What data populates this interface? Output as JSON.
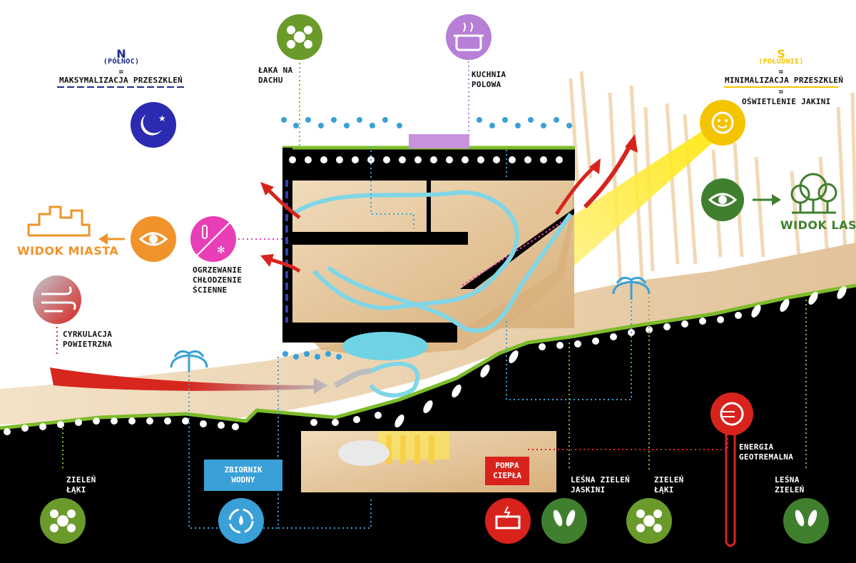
{
  "north": {
    "letter": "N",
    "name": "(PÓŁNOC)",
    "eq1": "=",
    "text": "MAKSYMALIZACJA PRZESZKLEŃ"
  },
  "south": {
    "letter": "S",
    "name": "(POŁUDNIE)",
    "eq1": "=",
    "text1": "MINIMALIZACJA PRZESZKLEŃ",
    "eq2": "=",
    "text2": "OŚWIETLENIE JAKINI"
  },
  "labels": {
    "laka_dachu_1": "ŁAKA NA",
    "laka_dachu_2": "DACHU",
    "kuchnia_1": "KUCHNIA",
    "kuchnia_2": "POLOWA",
    "ogrzewanie_1": "OGRZEWANIE",
    "ogrzewanie_2": "CHŁODZENIE",
    "ogrzewanie_3": "ŚCIENNE",
    "cyrkulacja_1": "CYRKULACJA",
    "cyrkulacja_2": "POWIETRZNA",
    "energia_1": "ENERGIA",
    "energia_2": "GEOTREMALNA",
    "zielen_laki_left_1": "ZIELEŃ",
    "zielen_laki_left_2": "ŁĄKI",
    "lesna_jaskini_1": "LEŚNA ZIELEŃ",
    "lesna_jaskini_2": "JASKINI",
    "zielen_laki_right_1": "ZIELEŃ",
    "zielen_laki_right_2": "ŁĄKI",
    "lesna_zielen_1": "LEŚNA",
    "lesna_zielen_2": "ZIELEŃ"
  },
  "views": {
    "city": "WIDOK MIASTA",
    "forest": "WIDOK LASU"
  },
  "boxes": {
    "zbiornik": "ZBIORNIK\nWODNY",
    "pompa": "POMPA\nCIEPŁA"
  },
  "colors": {
    "navy": "#1e2a8a",
    "yellow": "#f5c400",
    "green": "#6a9a2a",
    "dark_green": "#3f7f2e",
    "orange": "#f0932a",
    "magenta": "#e83fb6",
    "red": "#d8231d",
    "blue": "#3aa0d8",
    "purple": "#b77fd6",
    "cyan": "#7fd6e6"
  },
  "icons": {
    "meadow_roof": "flower-icon",
    "kitchen": "cooking-pot-icon",
    "night": "moon-stars-icon",
    "sun": "sun-icon",
    "eye_forest": "eye-icon",
    "forest": "trees-icon",
    "eye_city": "eye-icon",
    "city": "city-skyline-icon",
    "thermo": "thermometer-snowflake-icon",
    "wind": "wind-icon",
    "euro": "euro-icon",
    "water_cycle": "water-cycle-icon",
    "heat_pump": "heat-pump-icon"
  }
}
